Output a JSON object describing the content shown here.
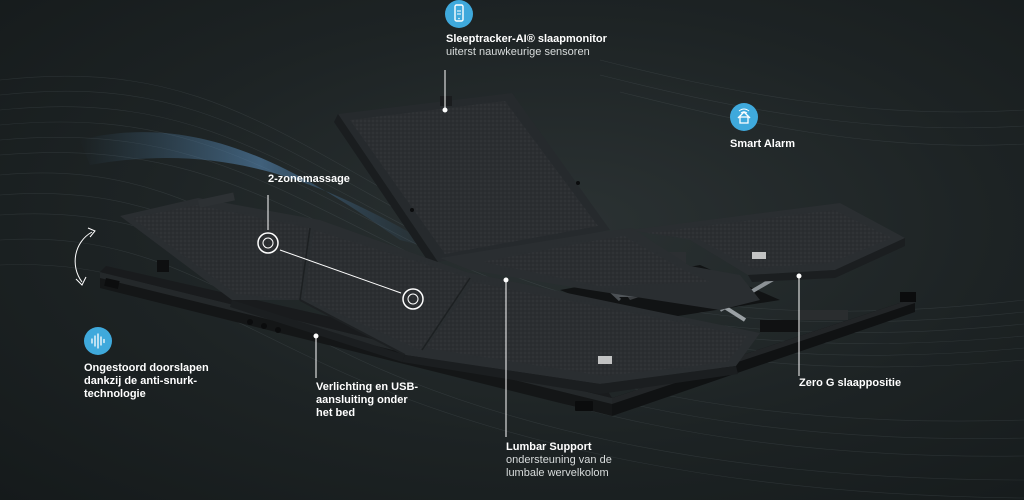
{
  "features": {
    "sleeptracker": {
      "title": "Sleeptracker-AI® slaapmonitor",
      "subtitle": "uiterst nauwkeurige sensoren",
      "icon": "phone-app-icon"
    },
    "smart_alarm": {
      "title": "Smart Alarm",
      "icon": "alarm-house-icon"
    },
    "massage": {
      "title": "2-zonemassage"
    },
    "anti_snore": {
      "line1": "Ongestoord doorslapen",
      "line2": "dankzij de anti-snurk-",
      "line3": "technologie",
      "icon": "sound-wave-icon"
    },
    "usb": {
      "line1": "Verlichting en USB-",
      "line2": "aansluiting onder",
      "line3": "het bed"
    },
    "lumbar": {
      "title": "Lumbar Support",
      "line1": "ondersteuning van de",
      "line2": "lumbale wervelkolom"
    },
    "zero_g": {
      "title": "Zero G slaappositie"
    }
  },
  "colors": {
    "accent": "#3fa9dc",
    "background": "#1c2122",
    "mesh": "#2a2d30",
    "line": "#ffffff"
  }
}
